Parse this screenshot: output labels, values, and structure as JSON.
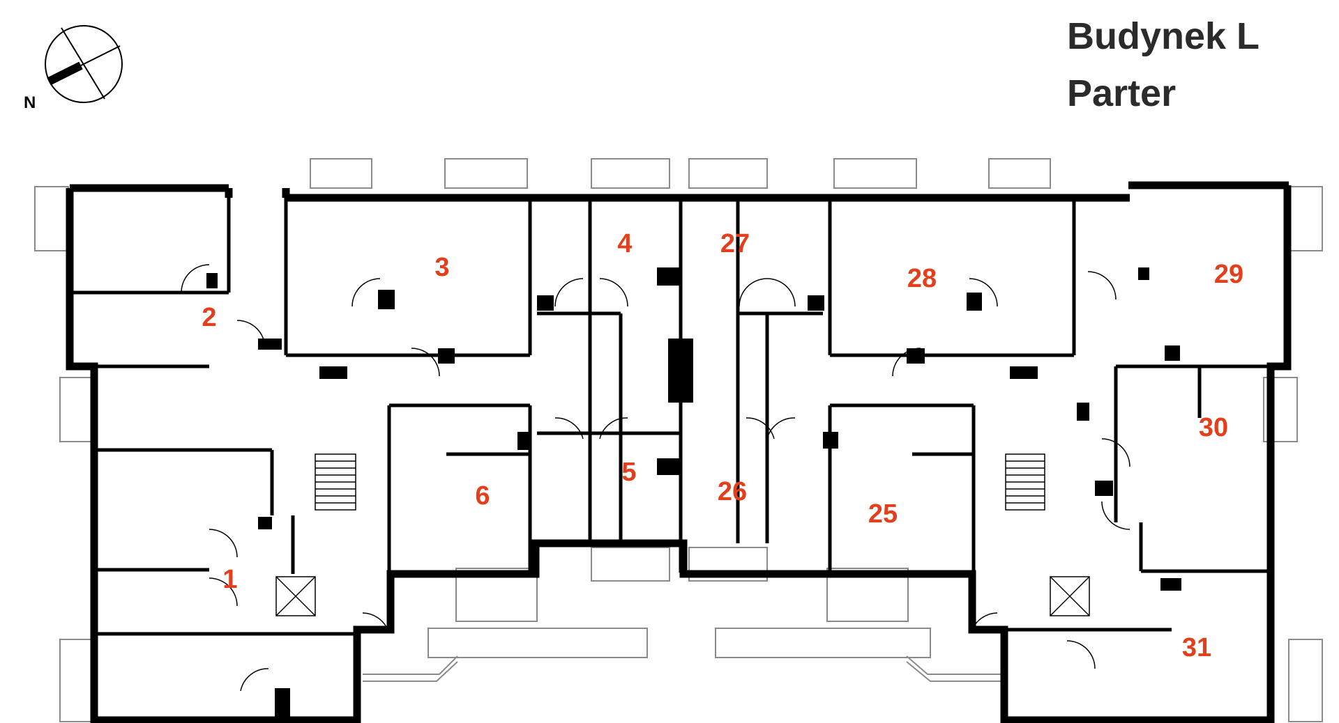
{
  "header": {
    "building": "Budynek L",
    "floor": "Parter"
  },
  "compass": {
    "north_label": "N"
  },
  "units": [
    {
      "id": "u1",
      "label": "1"
    },
    {
      "id": "u2",
      "label": "2"
    },
    {
      "id": "u3",
      "label": "3"
    },
    {
      "id": "u4",
      "label": "4"
    },
    {
      "id": "u5",
      "label": "5"
    },
    {
      "id": "u6",
      "label": "6"
    },
    {
      "id": "u25",
      "label": "25"
    },
    {
      "id": "u26",
      "label": "26"
    },
    {
      "id": "u27",
      "label": "27"
    },
    {
      "id": "u28",
      "label": "28"
    },
    {
      "id": "u29",
      "label": "29"
    },
    {
      "id": "u30",
      "label": "30"
    },
    {
      "id": "u31",
      "label": "31"
    }
  ],
  "colors": {
    "wall": "#000000",
    "label": "#e2401c",
    "title": "#2b2b2b",
    "balcony": "#8a8a8a"
  }
}
